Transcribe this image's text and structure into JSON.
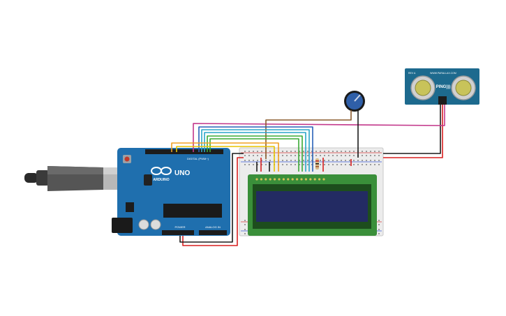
{
  "arduino": {
    "logo_text": "ARDUINO",
    "model_text": "UNO",
    "digital_label": "DIGITAL (PWM~)",
    "power_label": "POWER",
    "analog_label": "ANALOG IN"
  },
  "sensor": {
    "brand_text": "WWW.PARALLAX.COM",
    "model_text": "PING)))",
    "rev_text": "REV A"
  },
  "colors": {
    "arduino_board": "#1f6fae",
    "lcd_bezel": "#3a8f3a",
    "lcd_screen": "#232b63",
    "sensor_board": "#1d6a8e",
    "potentiometer": "#2f5fa8",
    "wire_red": "#d81f1f",
    "wire_black": "#1a1a1a",
    "wire_magenta": "#c2368a",
    "wire_brown": "#8a5a2b",
    "wire_orange": "#f0a020",
    "wire_yellow": "#e7c400",
    "wire_green": "#3aaa35",
    "wire_cyan": "#2aa6c8",
    "wire_blue": "#2860b8"
  }
}
